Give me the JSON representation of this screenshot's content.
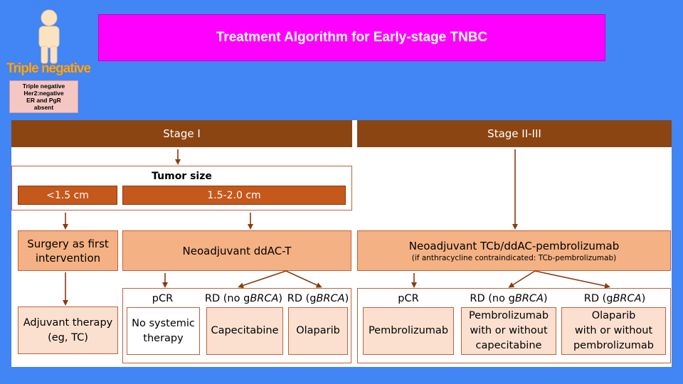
{
  "title": "Treatment Algorithm for Early-stage TNBC",
  "figure": {
    "caption": "Triple negative",
    "info_lines": [
      "Triple negative",
      "Her2:negative",
      "ER and PgR",
      "absent"
    ]
  },
  "stage1": {
    "header": "Stage I",
    "tumor_size_label": "Tumor size",
    "size_small": "<1.5 cm",
    "size_large": "1.5-2.0 cm",
    "surgery": [
      "Surgery as first",
      "intervention"
    ],
    "neoadjuvant": "Neoadjuvant ddAC-T",
    "adjuvant": [
      "Adjuvant therapy",
      "(eg, TC)"
    ],
    "pcr_label": "pCR",
    "rd_no_brca_label": {
      "prefix": "RD (no g",
      "gene": "BRCA",
      "suffix": ")"
    },
    "rd_brca_label": {
      "prefix": "RD (g",
      "gene": "BRCA",
      "suffix": ")"
    },
    "pcr_result": [
      "No systemic",
      "therapy"
    ],
    "rd_no_brca_result": "Capecitabine",
    "rd_brca_result": "Olaparib"
  },
  "stage23": {
    "header": "Stage II-III",
    "neoadjuvant": "Neoadjuvant TCb/ddAC-pembrolizumab",
    "neoadjuvant_note": "(if anthracycline contraindicated: TCb-pembrolizumab)",
    "pcr_label": "pCR",
    "rd_no_brca_label": {
      "prefix": "RD (no g",
      "gene": "BRCA",
      "suffix": ")"
    },
    "rd_brca_label": {
      "prefix": "RD (g",
      "gene": "BRCA",
      "suffix": ")"
    },
    "pcr_result": "Pembrolizumab",
    "rd_no_brca_result": [
      "Pembrolizumab",
      "with or without",
      "capecitabine"
    ],
    "rd_brca_result": [
      "Olaparib",
      "with or without",
      "pembrolizumab"
    ]
  },
  "colors": {
    "background": "#4285f4",
    "title_box": "#ff00ff",
    "stage_header": "#8b4513",
    "orange_bar": "#c5581b",
    "peach": "#f4b183",
    "light_peach": "#fbe0d0",
    "arrow": "#8b3a10"
  }
}
